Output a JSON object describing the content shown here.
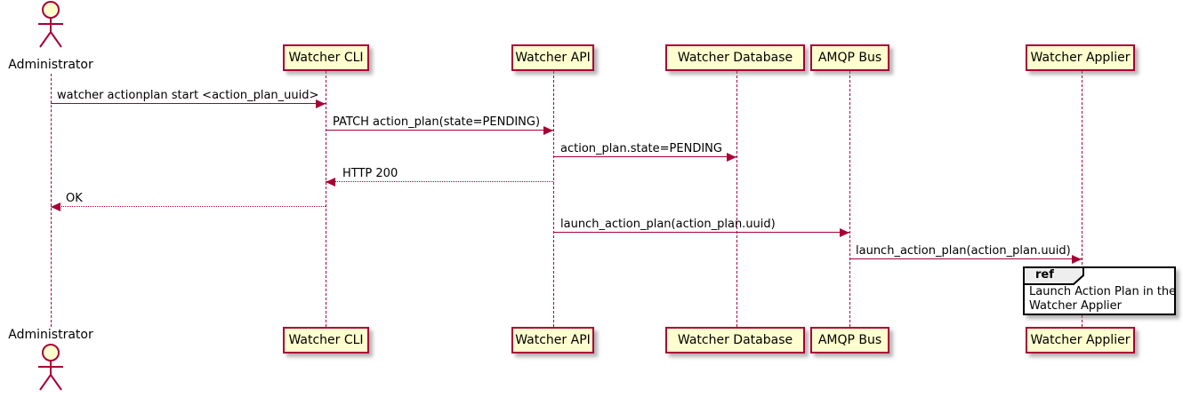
{
  "diagram": {
    "type": "uml-sequence",
    "actor": {
      "name": "Administrator"
    },
    "participants": [
      {
        "label": "Watcher CLI"
      },
      {
        "label": "Watcher API"
      },
      {
        "label": "Watcher Database"
      },
      {
        "label": "AMQP Bus"
      },
      {
        "label": "Watcher Applier"
      }
    ],
    "messages": [
      {
        "from": "Administrator",
        "to": "Watcher CLI",
        "label": "watcher actionplan start <action_plan_uuid>",
        "style": "solid",
        "direction": "right"
      },
      {
        "from": "Watcher CLI",
        "to": "Watcher API",
        "label": "PATCH action_plan(state=PENDING)",
        "style": "solid",
        "direction": "right"
      },
      {
        "from": "Watcher API",
        "to": "Watcher Database",
        "label": "action_plan.state=PENDING",
        "style": "solid",
        "direction": "right"
      },
      {
        "from": "Watcher API",
        "to": "Watcher CLI",
        "label": "HTTP 200",
        "style": "dotted",
        "direction": "left"
      },
      {
        "from": "Watcher CLI",
        "to": "Administrator",
        "label": "OK",
        "style": "dotted",
        "direction": "left"
      },
      {
        "from": "Watcher API",
        "to": "AMQP Bus",
        "label": "launch_action_plan(action_plan.uuid)",
        "style": "solid",
        "direction": "right"
      },
      {
        "from": "AMQP Bus",
        "to": "Watcher Applier",
        "label": "launch_action_plan(action_plan.uuid)",
        "style": "solid",
        "direction": "right"
      }
    ],
    "ref": {
      "keyword": "ref",
      "over": "Watcher Applier",
      "line1": "Launch Action Plan in the",
      "line2": "Watcher Applier"
    },
    "colors": {
      "participant_fill": "#FEFECE",
      "participant_border": "#A80036",
      "line": "#A80036",
      "text": "#000000",
      "ref_border": "#000000",
      "ref_tab_fill": "#EEEEEE",
      "background": "#FFFFFF"
    }
  }
}
